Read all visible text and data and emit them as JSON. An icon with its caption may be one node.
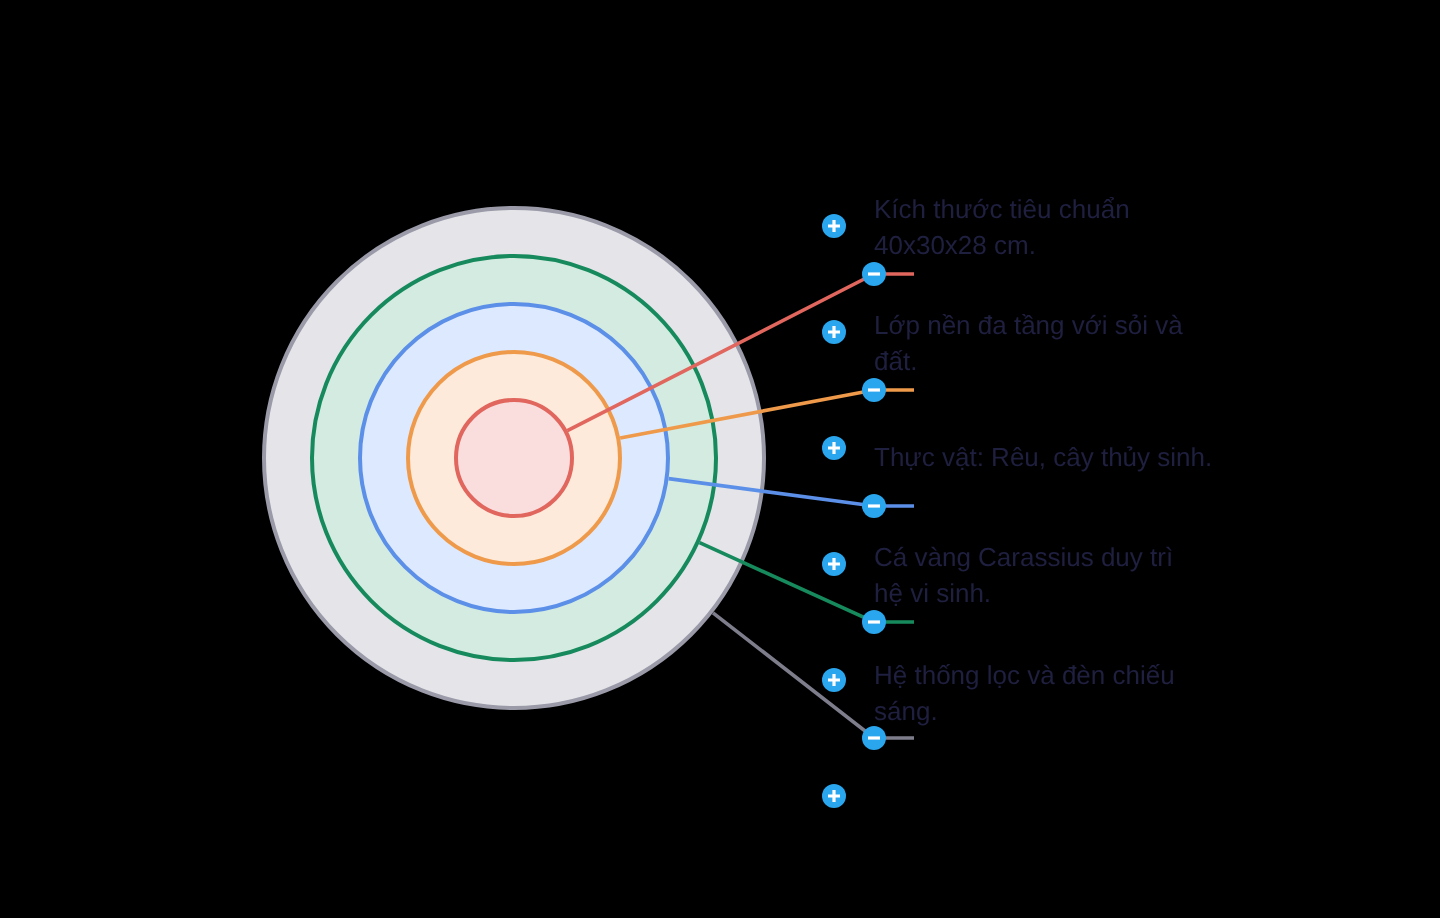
{
  "diagram": {
    "nodes": [
      {
        "text": [],
        "shape": "circle"
      },
      {
        "text": [],
        "shape": "circle",
        "in": 0
      },
      {
        "text": [],
        "shape": "circle",
        "in": 1
      },
      {
        "text": [],
        "shape": "circle",
        "in": 2
      },
      {
        "text": [],
        "shape": "circle",
        "in": 3
      },
      {
        "text": [
          "Kích thước tiêu chuẩn 40x30x28 cm."
        ]
      },
      {
        "text": [
          "Lớp nền đa tầng với sỏi và đất."
        ]
      },
      {
        "text": [
          "Thực vật: Rêu, cây thủy sinh."
        ]
      },
      {
        "text": [
          "Cá vàng Carassius duy trì hệ vi sinh."
        ]
      },
      {
        "text": [
          "Hệ thống lọc và đèn chiếu sáng."
        ]
      }
    ],
    "edges": [
      {
        "from": 5,
        "to": 4,
        "arrow": "none",
        "color": "#e0665e"
      },
      {
        "from": 6,
        "to": 3,
        "arrow": "none",
        "color": "#ee9a4a"
      },
      {
        "from": 7,
        "to": 2,
        "arrow": "none",
        "color": "#5b8fe8"
      },
      {
        "from": 8,
        "to": 1,
        "arrow": "none",
        "color": "#168a5c"
      },
      {
        "from": 9,
        "to": 0,
        "arrow": "none",
        "color": "#7d7d8c"
      }
    ]
  }
}
